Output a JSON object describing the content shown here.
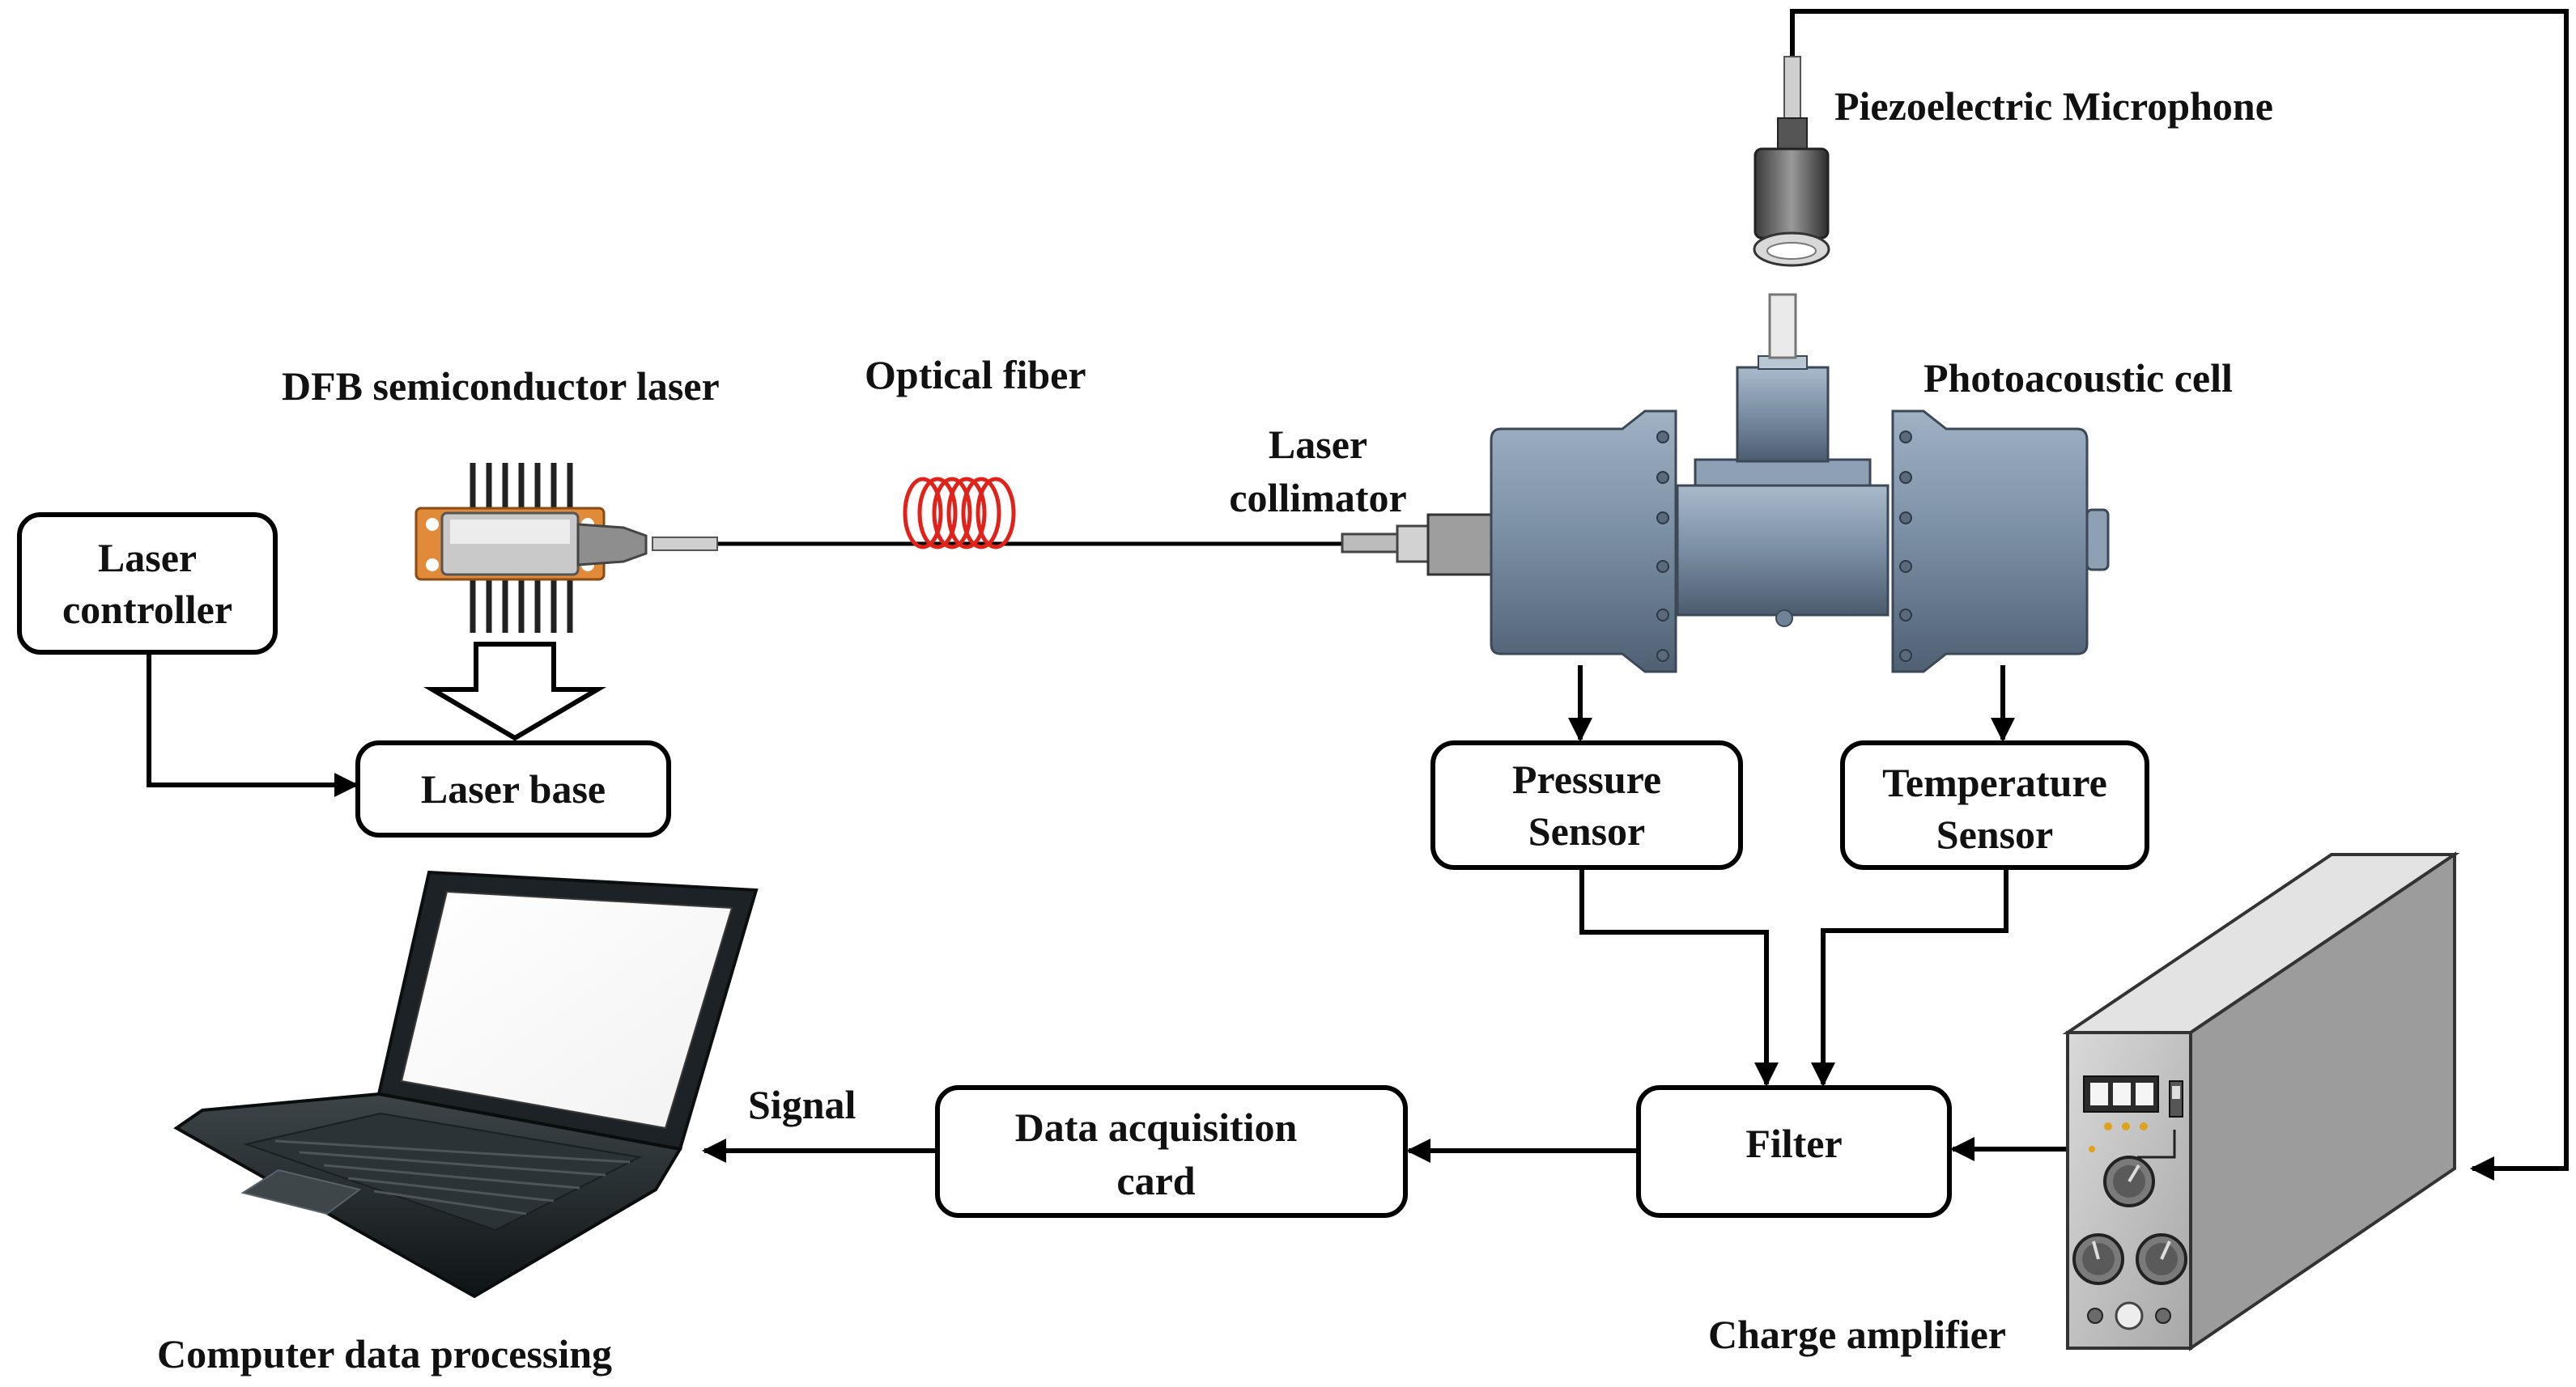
{
  "labels": {
    "piezo_mic": "Piezoelectric Microphone",
    "dfb_laser": "DFB semiconductor laser",
    "optical_fiber": "Optical fiber",
    "laser_collimator_1": "Laser",
    "laser_collimator_2": "collimator",
    "photoacoustic_cell": "Photoacoustic cell",
    "signal": "Signal",
    "computer": "Computer data processing",
    "charge_amplifier": "Charge amplifier"
  },
  "boxes": {
    "laser_controller_1": "Laser",
    "laser_controller_2": "controller",
    "laser_base": "Laser base",
    "pressure_1": "Pressure",
    "pressure_2": "Sensor",
    "temperature_1": "Temperature",
    "temperature_2": "Sensor",
    "filter": "Filter",
    "daq_1": "Data acquisition",
    "daq_2": "card"
  },
  "colors": {
    "fiber_coil": "#e0221b",
    "cell_body": "#7d91a6",
    "laser_mount": "#e08a3a",
    "amplifier": "#c9c9c9",
    "screen": "#ffffff"
  },
  "icons": [
    "laptop-icon",
    "charge-amplifier-icon",
    "microphone-icon",
    "laser-diode-icon",
    "photoacoustic-cell-icon",
    "fiber-coil-icon"
  ]
}
